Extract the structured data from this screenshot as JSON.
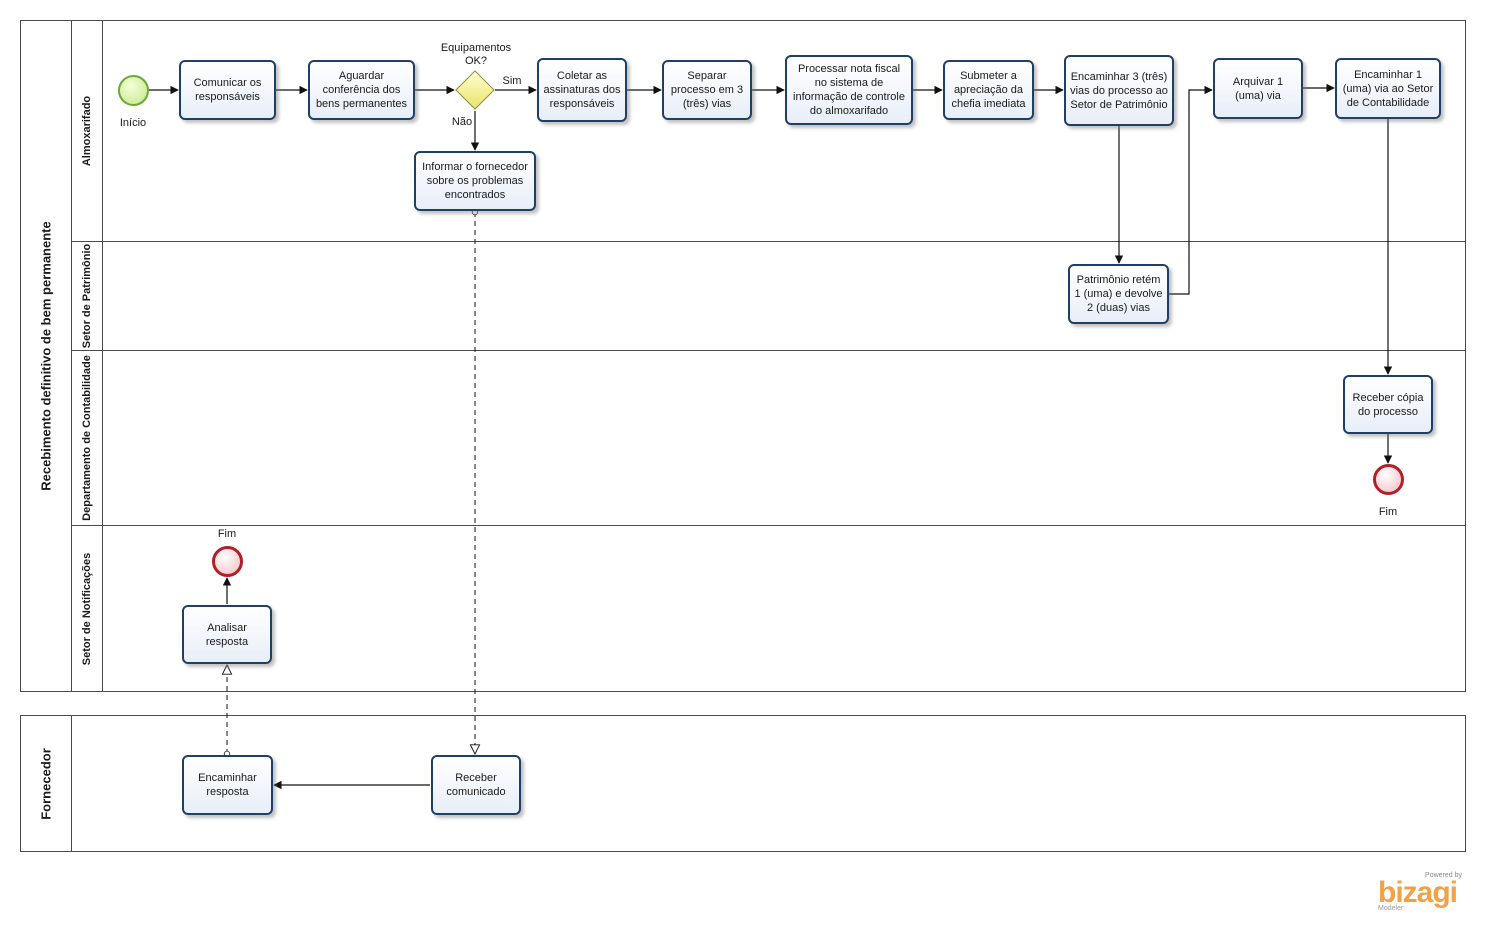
{
  "main_pool": {
    "title": "Recebimento definitivo de bem permanente",
    "lanes": [
      "Almoxarifado",
      "Setor de Patrimônio",
      "Departamento de Contabilidade",
      "Setor de Notificações"
    ]
  },
  "supplier_pool": {
    "title": "Fornecedor"
  },
  "events": {
    "start_label": "Início",
    "end_label_contabilidade": "Fim",
    "end_label_notificacoes": "Fim"
  },
  "gateway": {
    "question": "Equipamentos OK?",
    "yes": "Sim",
    "no": "Não"
  },
  "tasks": {
    "comunicar": "Comunicar os responsáveis",
    "aguardar": "Aguardar conferência dos bens permanentes",
    "informar": "Informar o fornecedor sobre os problemas encontrados",
    "coletar": "Coletar as assinaturas dos responsáveis",
    "separar": "Separar processo em 3 (três) vias",
    "processar": "Processar nota fiscal no sistema de informação de controle do almoxarifado",
    "submeter": "Submeter a apreciação da chefia imediata",
    "encaminhar3": "Encaminhar 3 (três) vias do processo ao Setor de Patrimônio",
    "arquivar": "Arquivar 1 (uma) via",
    "encaminhar1": "Encaminhar 1 (uma) via ao Setor de Contabilidade",
    "patrimonio": "Patrimônio retém 1 (uma) e devolve 2 (duas) vias",
    "receber_copia": "Receber cópia do processo",
    "analisar": "Analisar resposta",
    "encaminhar_resposta": "Encaminhar resposta",
    "receber_comunicado": "Receber comunicado"
  },
  "branding": {
    "powered": "Powered by",
    "logo": "bizagi",
    "product": "Modeler"
  },
  "colors": {
    "task_border": "#1f3f66",
    "start": "#6aa83a",
    "end": "#b0202a",
    "gateway": "#e8e46a"
  }
}
